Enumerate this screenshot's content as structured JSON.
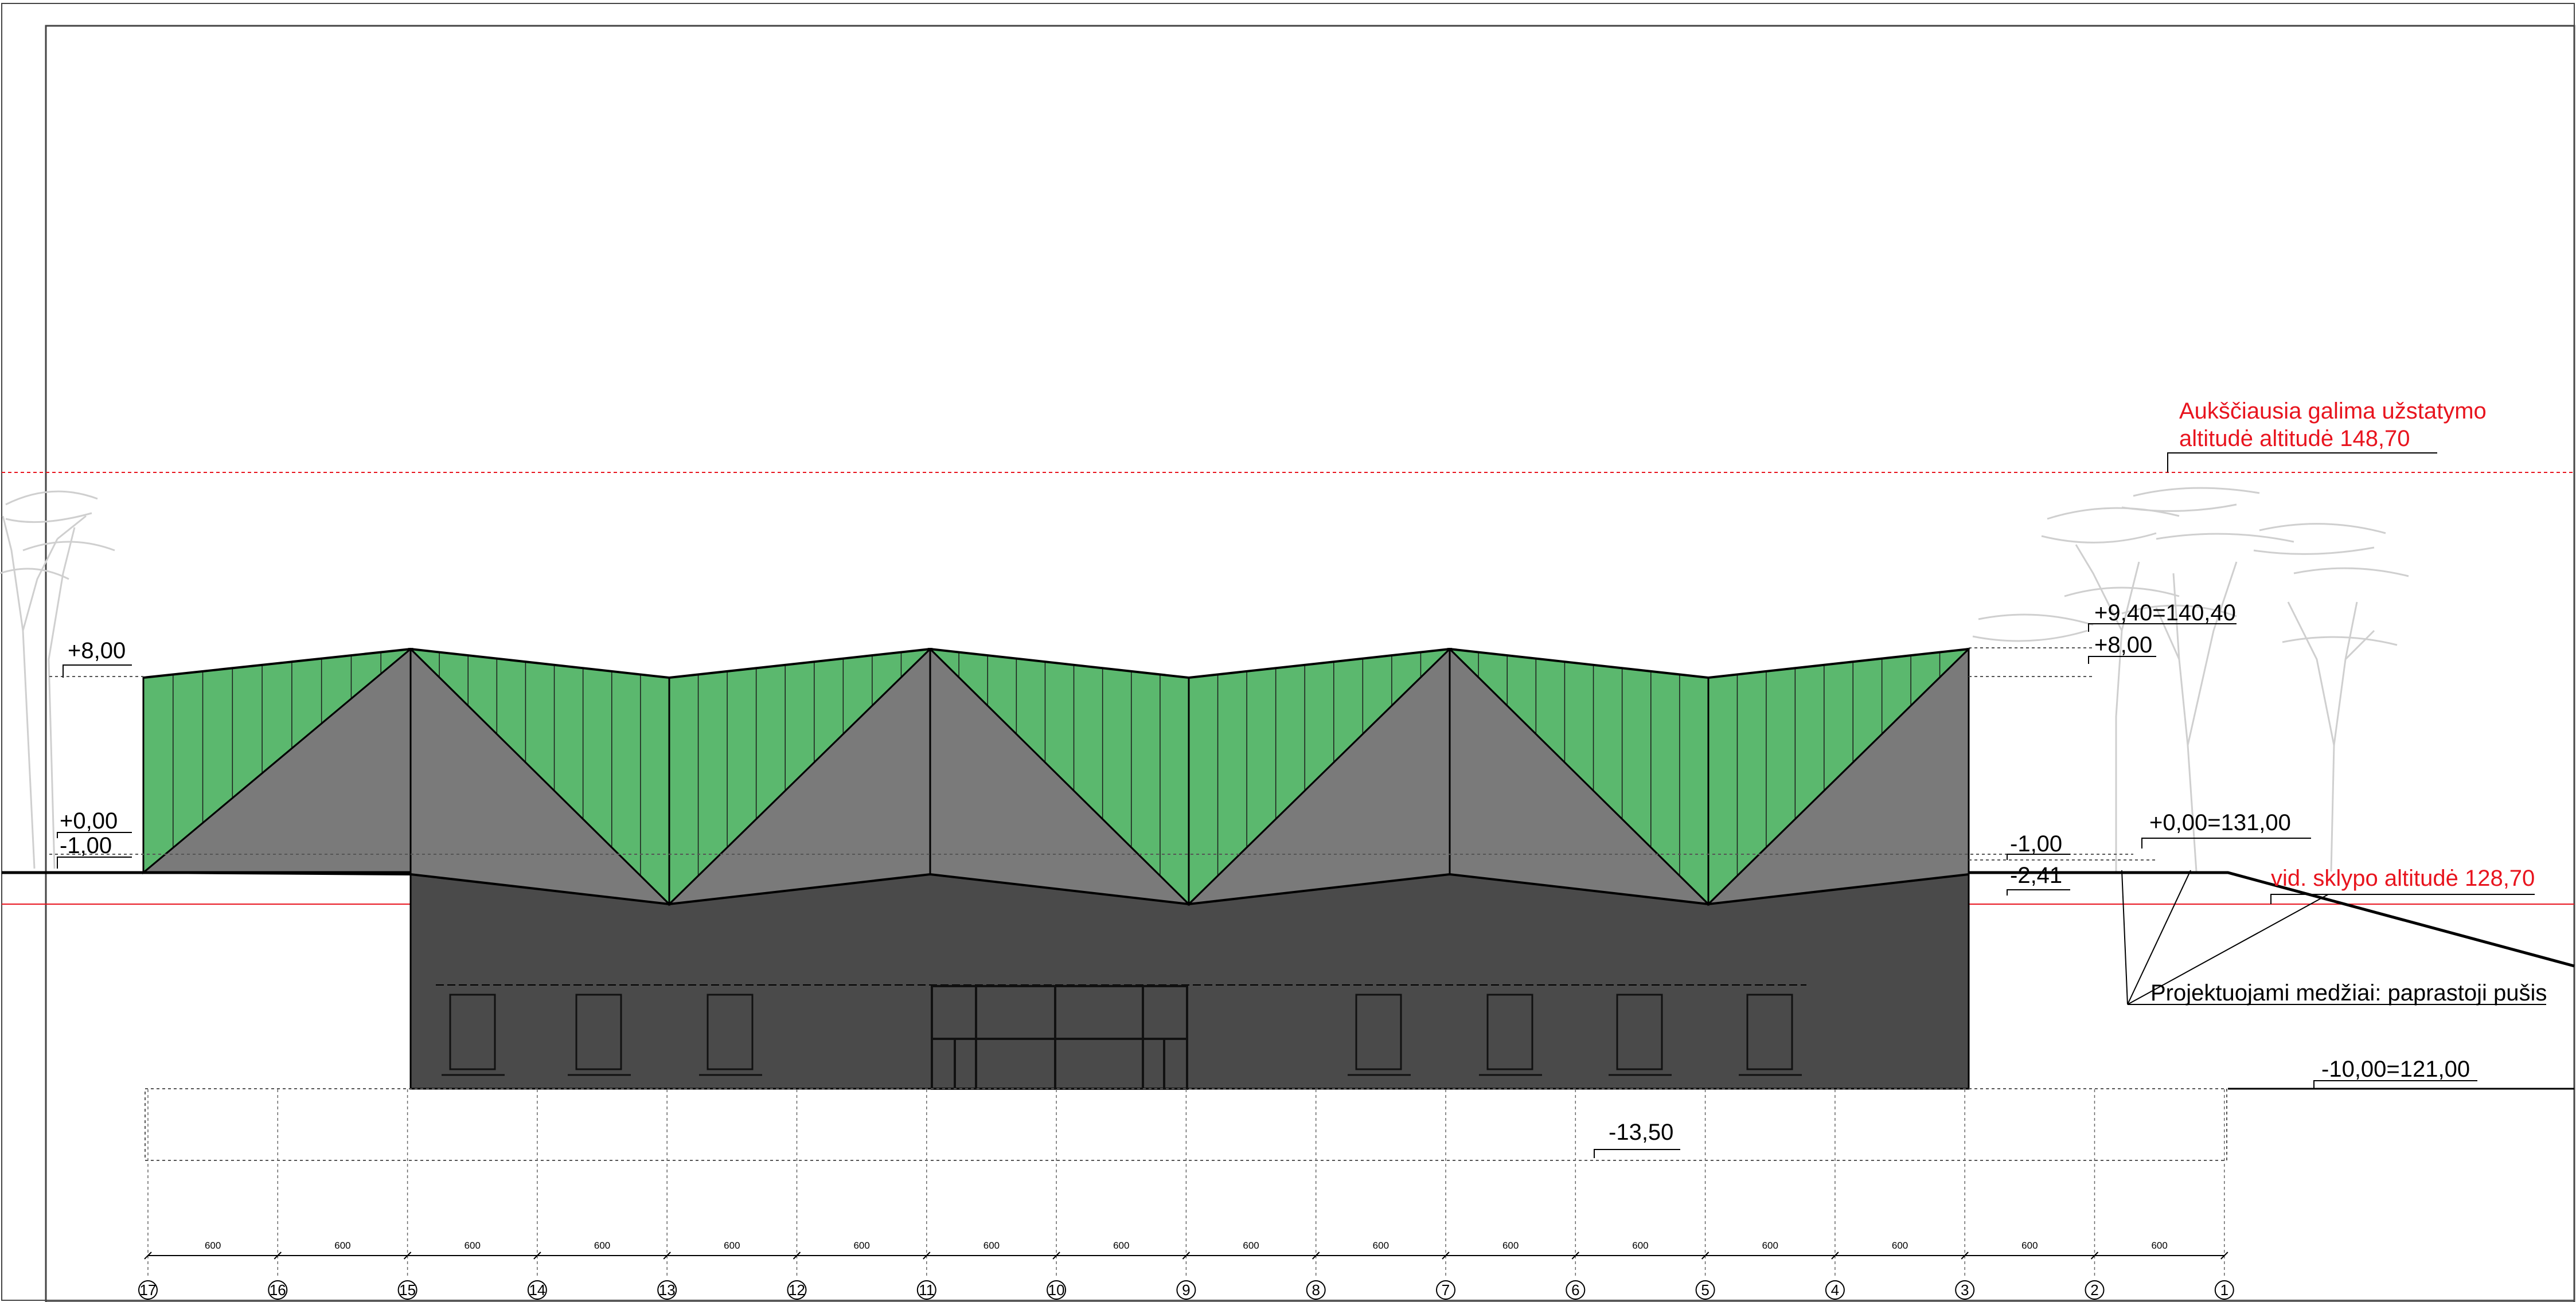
{
  "annotations": {
    "max_altitude_line1": "Aukščiausia galima užstatymo",
    "max_altitude_line2": "altitudė altitudė 148,70",
    "avg_plot_altitude": "vid.  sklypo altitudė 128,70",
    "trees_note": "Projektuojami medžiai: paprastoji pušis"
  },
  "levels": {
    "left_roof": "+8,00",
    "left_zero": "+0,00",
    "left_minus1": "-1,00",
    "right_peak": "+9,40=140,40",
    "right_roof": "+8,00",
    "right_zero": "+0,00=131,00",
    "right_minus1": "-1,00",
    "right_minus241": "-2,41",
    "right_minus10": "-10,00=121,00",
    "foundation": "-13,50"
  },
  "grid": {
    "axes": [
      "17",
      "16",
      "15",
      "14",
      "13",
      "12",
      "11",
      "10",
      "9",
      "8",
      "7",
      "6",
      "5",
      "4",
      "3",
      "2",
      "1"
    ],
    "spacing_label": "600"
  },
  "colors": {
    "roof_green": "#5bb86e",
    "facade_grey": "#7a7a7a",
    "basement_dark": "#4a4a4a",
    "annotation_red": "#e8141e",
    "tree_grey": "#cfcfcf"
  }
}
